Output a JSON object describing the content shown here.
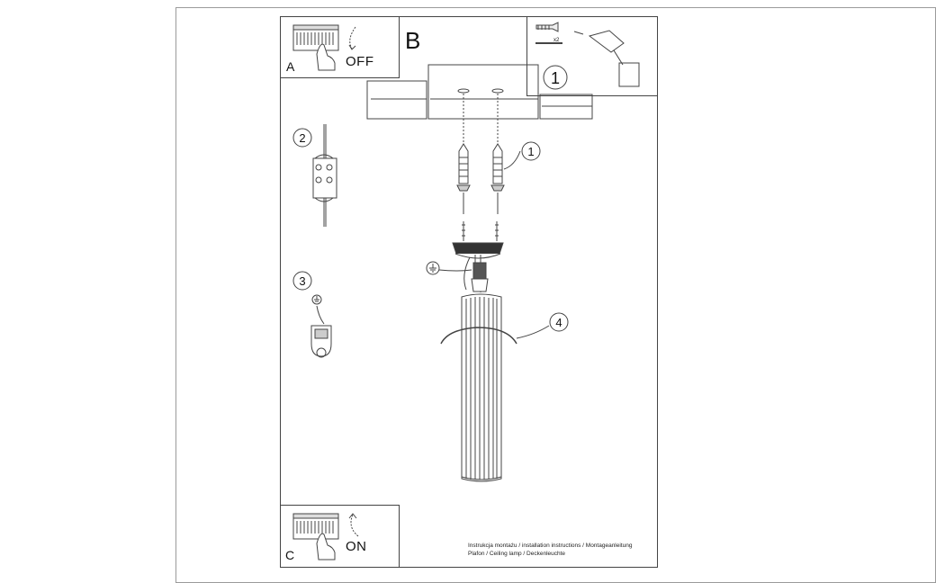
{
  "panel_a": {
    "letter": "A",
    "switch_text": "OFF"
  },
  "panel_b": {
    "letter": "B",
    "tool_count": "x2",
    "tool_step": "1"
  },
  "panel_c": {
    "letter": "C",
    "switch_text": "ON"
  },
  "steps": {
    "s1": "1",
    "s2": "2",
    "s3": "3",
    "s4": "4"
  },
  "footer": {
    "line1": "Instrukcja montażu / installation instructions / Montageanleitung",
    "line2": "Plafon / Ceiling lamp / Deckenleuchte"
  },
  "colors": {
    "line": "#444444",
    "frame": "#9a9a9a"
  }
}
